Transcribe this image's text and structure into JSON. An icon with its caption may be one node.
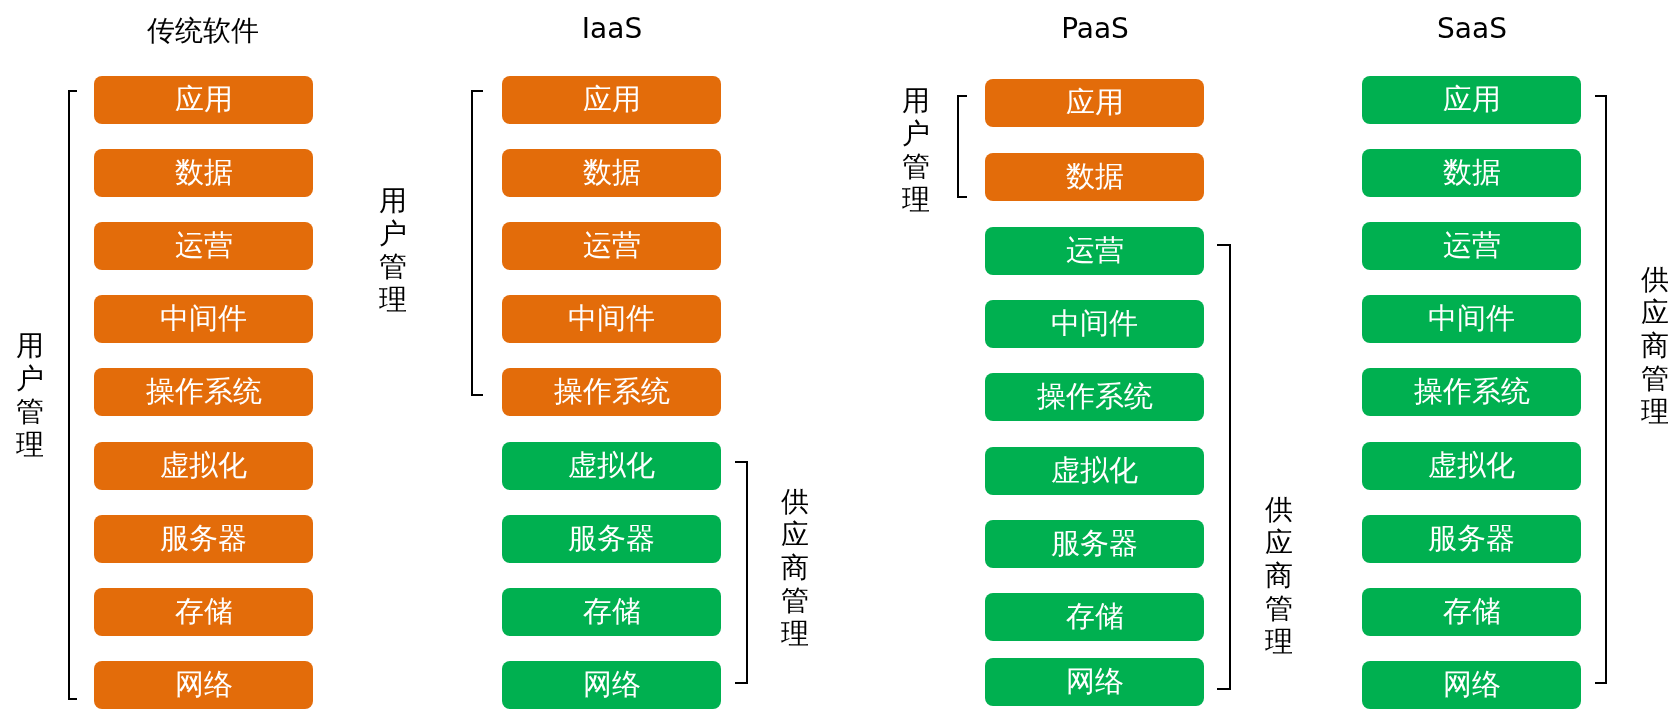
{
  "diagram": {
    "nodes": [
      {
        "text": [
          "应用"
        ]
      },
      {
        "text": [
          "数据"
        ]
      },
      {
        "text": [
          "运营"
        ]
      },
      {
        "text": [
          "中间件"
        ]
      },
      {
        "text": [
          "操作系统"
        ]
      },
      {
        "text": [
          "虚拟化"
        ]
      },
      {
        "text": [
          "服务器"
        ]
      },
      {
        "text": [
          "存储"
        ]
      },
      {
        "text": [
          "网络"
        ]
      },
      {
        "text": [
          "应用"
        ]
      },
      {
        "text": [
          "数据"
        ]
      },
      {
        "text": [
          "运营"
        ]
      },
      {
        "text": [
          "中间件"
        ]
      },
      {
        "text": [
          "操作系统"
        ]
      },
      {
        "text": [
          "虚拟化"
        ]
      },
      {
        "text": [
          "服务器"
        ]
      },
      {
        "text": [
          "存储"
        ]
      },
      {
        "text": [
          "网络"
        ]
      },
      {
        "text": [
          "应用"
        ]
      },
      {
        "text": [
          "数据"
        ]
      },
      {
        "text": [
          "运营"
        ]
      },
      {
        "text": [
          "中间件"
        ]
      },
      {
        "text": [
          "操作系统"
        ]
      },
      {
        "text": [
          "虚拟化"
        ]
      },
      {
        "text": [
          "服务器"
        ]
      },
      {
        "text": [
          "存储"
        ]
      },
      {
        "text": [
          "网络"
        ]
      },
      {
        "text": [
          "应用"
        ]
      },
      {
        "text": [
          "数据"
        ]
      },
      {
        "text": [
          "运营"
        ]
      },
      {
        "text": [
          "中间件"
        ]
      },
      {
        "text": [
          "操作系统"
        ]
      },
      {
        "text": [
          "虚拟化"
        ]
      },
      {
        "text": [
          "服务器"
        ]
      },
      {
        "text": [
          "存储"
        ]
      },
      {
        "text": [
          "网络"
        ]
      }
    ],
    "edges": [],
    "labels": [
      "传统软件",
      "IaaS",
      "PaaS",
      "SaaS",
      "用户管理",
      "用户管理",
      "供应商管理",
      "用户管理",
      "供应商管理",
      "供应商管理"
    ]
  }
}
